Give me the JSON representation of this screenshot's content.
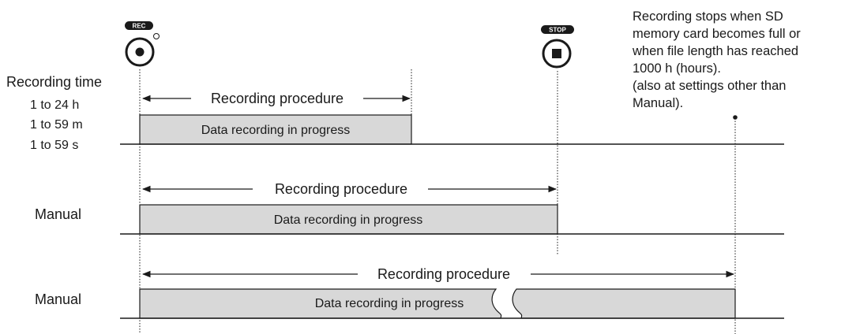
{
  "buttons": {
    "rec_label": "REC",
    "stop_label": "STOP"
  },
  "header": {
    "recording_time_label": "Recording time"
  },
  "rows": [
    {
      "labels": [
        "1 to 24 h",
        "1 to 59 m",
        "1 to 59 s"
      ],
      "procedure_label": "Recording procedure",
      "bar_label": "Data recording in progress"
    },
    {
      "labels": [
        "Manual"
      ],
      "procedure_label": "Recording procedure",
      "bar_label": "Data recording in progress"
    },
    {
      "labels": [
        "Manual"
      ],
      "procedure_label": "Recording procedure",
      "bar_label": "Data recording in progress"
    }
  ],
  "note": {
    "lines": [
      "Recording stops when SD",
      "memory card becomes full or",
      "when file length has reached",
      "1000 h (hours).",
      "(also at settings other than",
      "Manual)."
    ]
  },
  "colors": {
    "bar_fill": "#d8d8d8",
    "line": "#1a1a1a",
    "badge": "#1a1a1a"
  }
}
